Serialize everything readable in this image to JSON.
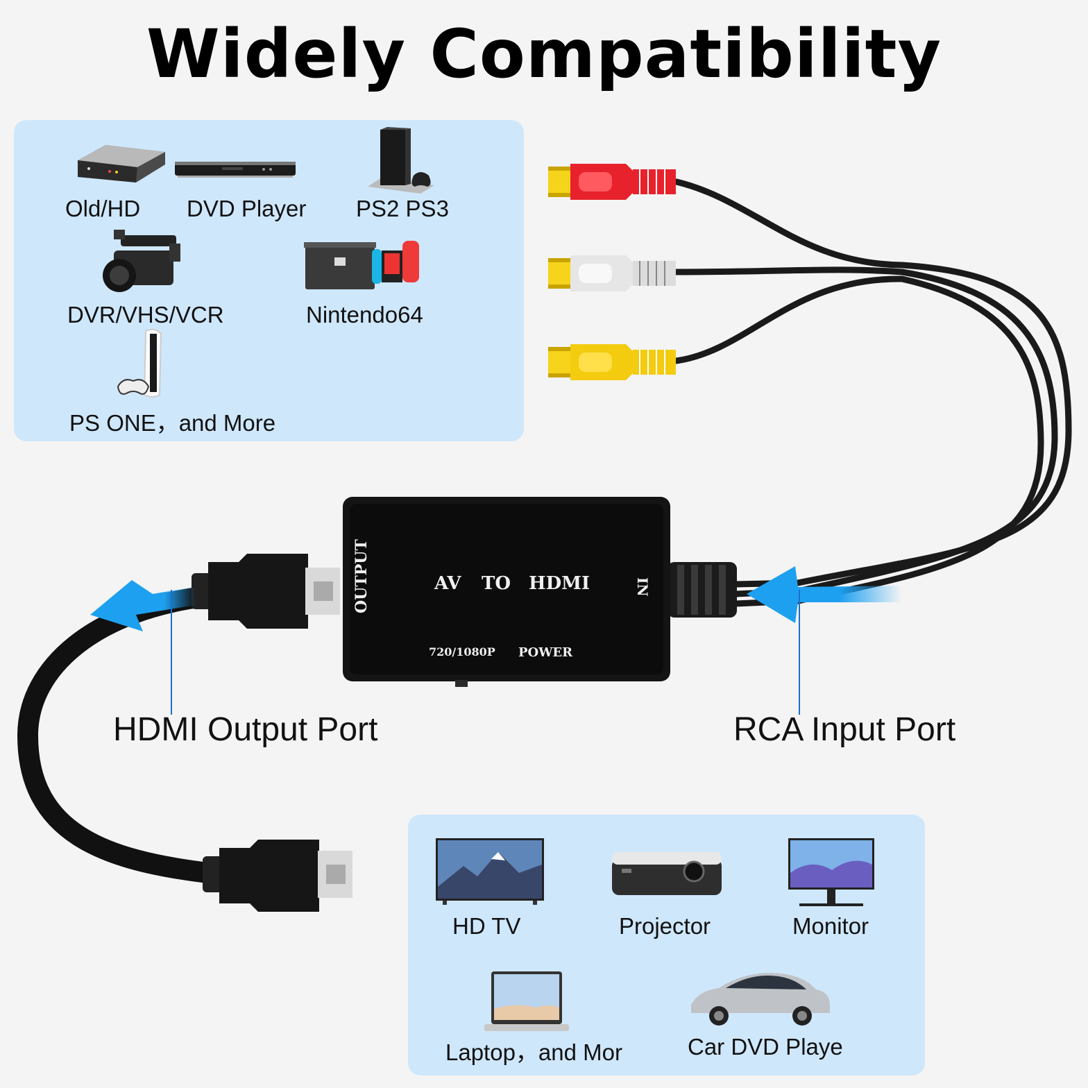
{
  "title": "Widely Compatibility",
  "sources": {
    "items": [
      {
        "label": "Old/HD",
        "icon": "hd-box-icon"
      },
      {
        "label": "DVD Player",
        "icon": "dvd-player-icon"
      },
      {
        "label": "PS2 PS3",
        "icon": "game-console-icon"
      },
      {
        "label": "DVR/VHS/VCR",
        "icon": "camcorder-icon"
      },
      {
        "label": "Nintendo64",
        "icon": "switch-console-icon"
      },
      {
        "label": "PS ONE，and More",
        "icon": "ps-console-icon"
      }
    ]
  },
  "adapter": {
    "output": "OUTPUT",
    "av": "AV",
    "to": "TO",
    "hdmi": "HDMI",
    "in": "IN",
    "resolution": "720/1080P",
    "power": "POWER"
  },
  "ports": {
    "hdmi_output": "HDMI Output Port",
    "rca_input": "RCA Input Port"
  },
  "targets": {
    "items": [
      {
        "label": "HD TV",
        "icon": "tv-icon"
      },
      {
        "label": "Projector",
        "icon": "projector-icon"
      },
      {
        "label": "Monitor",
        "icon": "monitor-icon"
      },
      {
        "label": "Laptop，and Mor",
        "icon": "laptop-icon"
      },
      {
        "label": "Car DVD Playe",
        "icon": "car-icon"
      }
    ]
  },
  "colors": {
    "panel": "#cfe7fb",
    "arrow": "#1ea0f0",
    "rca_red": "#e8222c",
    "rca_white": "#e6e6e6",
    "rca_yellow": "#f3cc10"
  }
}
